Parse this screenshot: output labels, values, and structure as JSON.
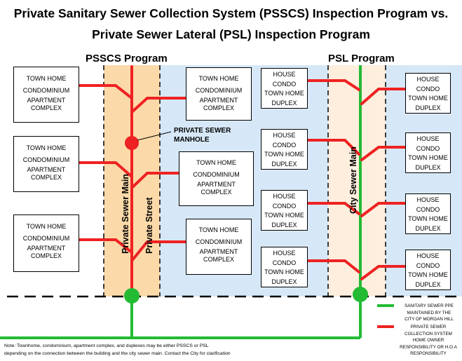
{
  "title": {
    "line1": "Private Sanitary Sewer Collection System (PSSCS) Inspection Program vs.",
    "line2": "Private Sewer Lateral (PSL) Inspection Program"
  },
  "psscs": {
    "label": "PSSCS Program",
    "main_label": "Private Sewer Main",
    "street_label": "Private Street",
    "manhole_label": [
      "PRIVATE SEWER",
      "MANHOLE"
    ],
    "left_boxes": [
      [
        "TOWN HOME",
        "CONDOMINIUM",
        "APARTMENT COMPLEX"
      ],
      [
        "TOWN HOME",
        "CONDOMINIUM",
        "APARTMENT COMPLEX"
      ],
      [
        "TOWN HOME",
        "CONDOMINIUM",
        "APARTMENT COMPLEX"
      ]
    ],
    "right_boxes": [
      [
        "TOWN HOME",
        "CONDOMINIUM",
        "APARTMENT COMPLEX"
      ],
      [
        "TOWN HOME",
        "CONDOMINIUM",
        "APARTMENT COMPLEX"
      ],
      [
        "TOWN HOME",
        "CONDOMINIUM",
        "APARTMENT COMPLEX"
      ]
    ]
  },
  "psl": {
    "label": "PSL Program",
    "main_label": "City Sewer Main",
    "left_boxes": [
      [
        "HOUSE",
        "CONDO",
        "TOWN HOME",
        "DUPLEX"
      ],
      [
        "HOUSE",
        "CONDO",
        "TOWN HOME",
        "DUPLEX"
      ],
      [
        "HOUSE",
        "CONDO",
        "TOWN HOME",
        "DUPLEX"
      ],
      [
        "HOUSE",
        "CONDO",
        "TOWN HOME",
        "DUPLEX"
      ]
    ],
    "right_boxes": [
      [
        "HOUSE",
        "CONDO",
        "TOWN HOME",
        "DUPLEX"
      ],
      [
        "HOUSE",
        "CONDO",
        "TOWN HOME",
        "DUPLEX"
      ],
      [
        "HOUSE",
        "CONDO",
        "TOWN HOME",
        "DUPLEX"
      ],
      [
        "HOUSE",
        "CONDO",
        "TOWN HOME",
        "DUPLEX"
      ]
    ]
  },
  "legend": {
    "green": [
      "SANITARY SEWER PPE",
      "MAINTAINED BY THE",
      "CITY OF MORGAN HILL"
    ],
    "red": [
      "PRIVATE SEWER",
      "COLLECTION SYSTEM",
      "HOME OWNER",
      "RESPONSIBILITY OR H.O.A",
      "RESPONSIBILITY"
    ]
  },
  "note": {
    "line1": "Note: Townhome, condominium, apartment complex, and duplexes may be either PSSCS or PSL",
    "line2": "depending on the connection between the building and the city sewer main. Contact the City for clarification"
  },
  "colors": {
    "private_sewer": "#ee2222",
    "city_sewer": "#22bb33",
    "street_orange": "#fbd9a9",
    "lot_blue": "#d6e8f7",
    "psl_street": "#fdeedd"
  }
}
